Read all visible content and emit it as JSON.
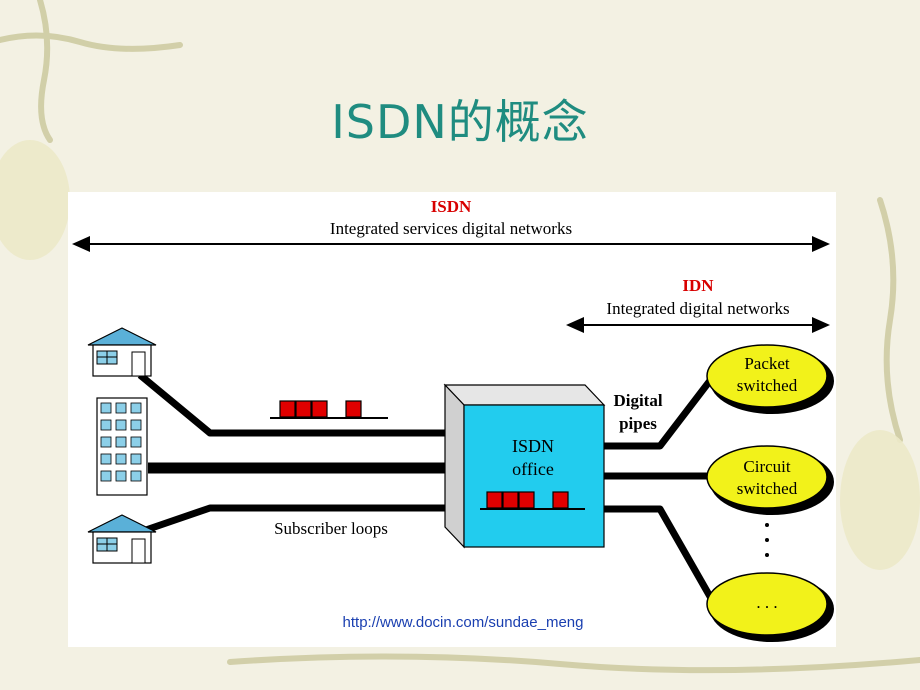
{
  "slide": {
    "title": "ISDN的概念",
    "url": "http://www.docin.com/sundae_meng"
  },
  "diagram": {
    "isdn_label": "ISDN",
    "isdn_desc": "Integrated services digital networks",
    "idn_label": "IDN",
    "idn_desc": "Integrated digital networks",
    "office_line1": "ISDN",
    "office_line2": "office",
    "digital_pipes_line1": "Digital",
    "digital_pipes_line2": "pipes",
    "subscriber_loops": "Subscriber loops",
    "packet_line1": "Packet",
    "packet_line2": "switched",
    "circuit_line1": "Circuit",
    "circuit_line2": "switched",
    "ellipsis_node": ". . .",
    "colors": {
      "accent_red": "#d80000",
      "office_fill": "#22ccee",
      "node_fill": "#f2f21a",
      "title": "#1f8c80"
    }
  }
}
